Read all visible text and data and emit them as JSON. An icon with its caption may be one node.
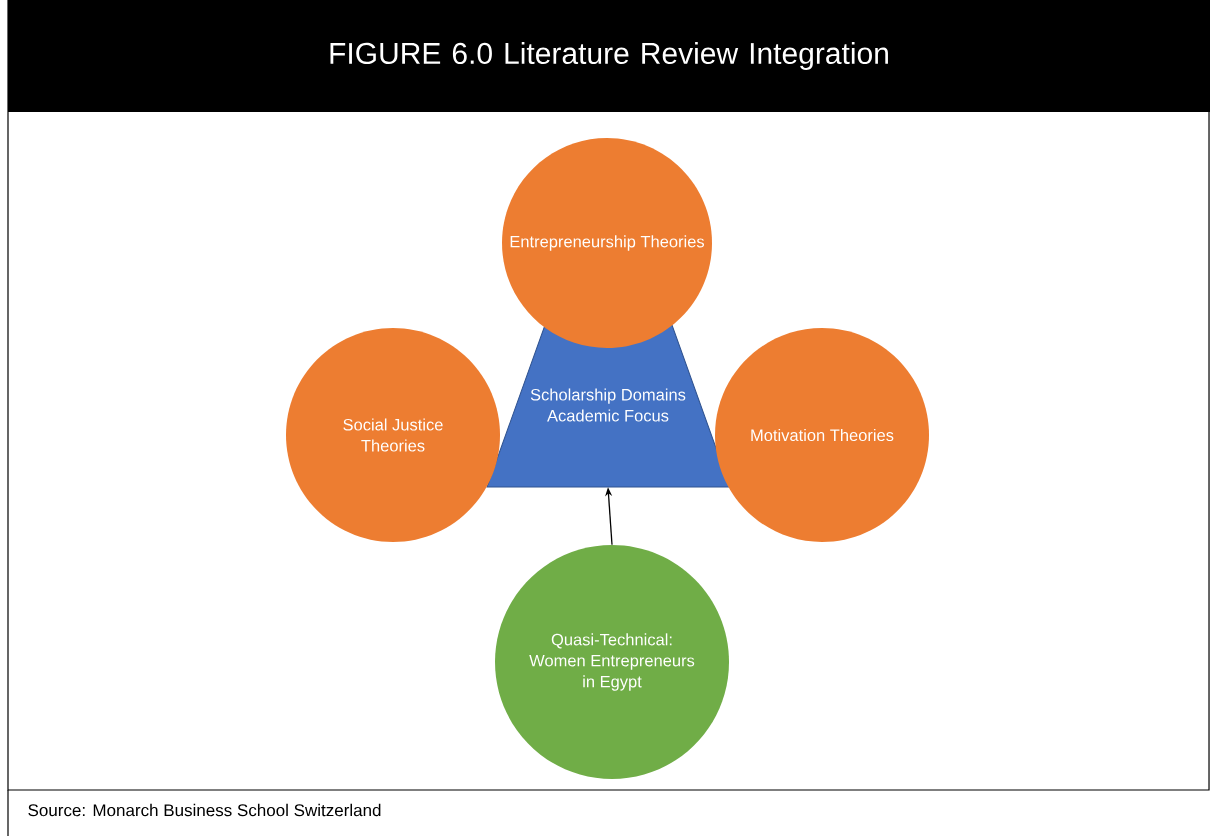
{
  "diagram": {
    "title": "FIGURE 6.0 Literature Review Integration",
    "caption": "Source: Monarch Business School Switzerland",
    "nodes": [
      {
        "text": [
          "Entrepreneurship Theories"
        ]
      },
      {
        "text": [
          "Social Justice Theories"
        ]
      },
      {
        "text": [
          "Scholarship Domains Academic Focus"
        ]
      },
      {
        "text": [
          "Motivation Theories"
        ]
      },
      {
        "text": [
          "Quasi-Technical: Women Entrepreneurs in Egypt"
        ]
      }
    ],
    "edges": [
      {
        "from": 4,
        "to": 2,
        "arrow": "to"
      }
    ]
  }
}
